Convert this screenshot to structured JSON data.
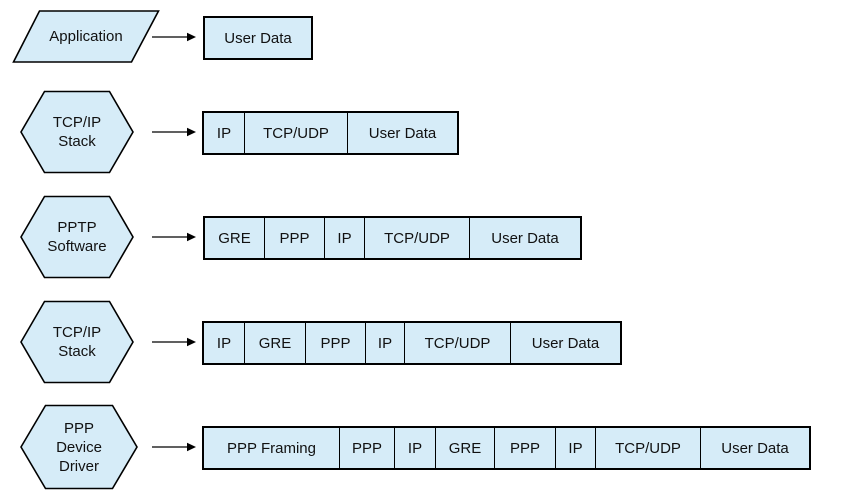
{
  "colors": {
    "shape-fill": "#d6ecf8",
    "shape-border": "#000000",
    "text-color": "#111111",
    "canvas-bg": "#ffffff"
  },
  "rows": [
    {
      "stage": {
        "shape": "parallelogram",
        "label": "Application"
      },
      "packet": [
        {
          "label": "User Data"
        }
      ]
    },
    {
      "stage": {
        "shape": "hexagon",
        "label": "TCP/IP\nStack"
      },
      "packet": [
        {
          "label": "IP"
        },
        {
          "label": "TCP/UDP"
        },
        {
          "label": "User Data"
        }
      ]
    },
    {
      "stage": {
        "shape": "hexagon",
        "label": "PPTP\nSoftware"
      },
      "packet": [
        {
          "label": "GRE"
        },
        {
          "label": "PPP"
        },
        {
          "label": "IP"
        },
        {
          "label": "TCP/UDP"
        },
        {
          "label": "User Data"
        }
      ]
    },
    {
      "stage": {
        "shape": "hexagon",
        "label": "TCP/IP\nStack"
      },
      "packet": [
        {
          "label": "IP"
        },
        {
          "label": "GRE"
        },
        {
          "label": "PPP"
        },
        {
          "label": "IP"
        },
        {
          "label": "TCP/UDP"
        },
        {
          "label": "User Data"
        }
      ]
    },
    {
      "stage": {
        "shape": "hexagon",
        "label": "PPP\nDevice\nDriver"
      },
      "packet": [
        {
          "label": "PPP Framing"
        },
        {
          "label": "PPP"
        },
        {
          "label": "IP"
        },
        {
          "label": "GRE"
        },
        {
          "label": "PPP"
        },
        {
          "label": "IP"
        },
        {
          "label": "TCP/UDP"
        },
        {
          "label": "User Data"
        }
      ]
    }
  ]
}
